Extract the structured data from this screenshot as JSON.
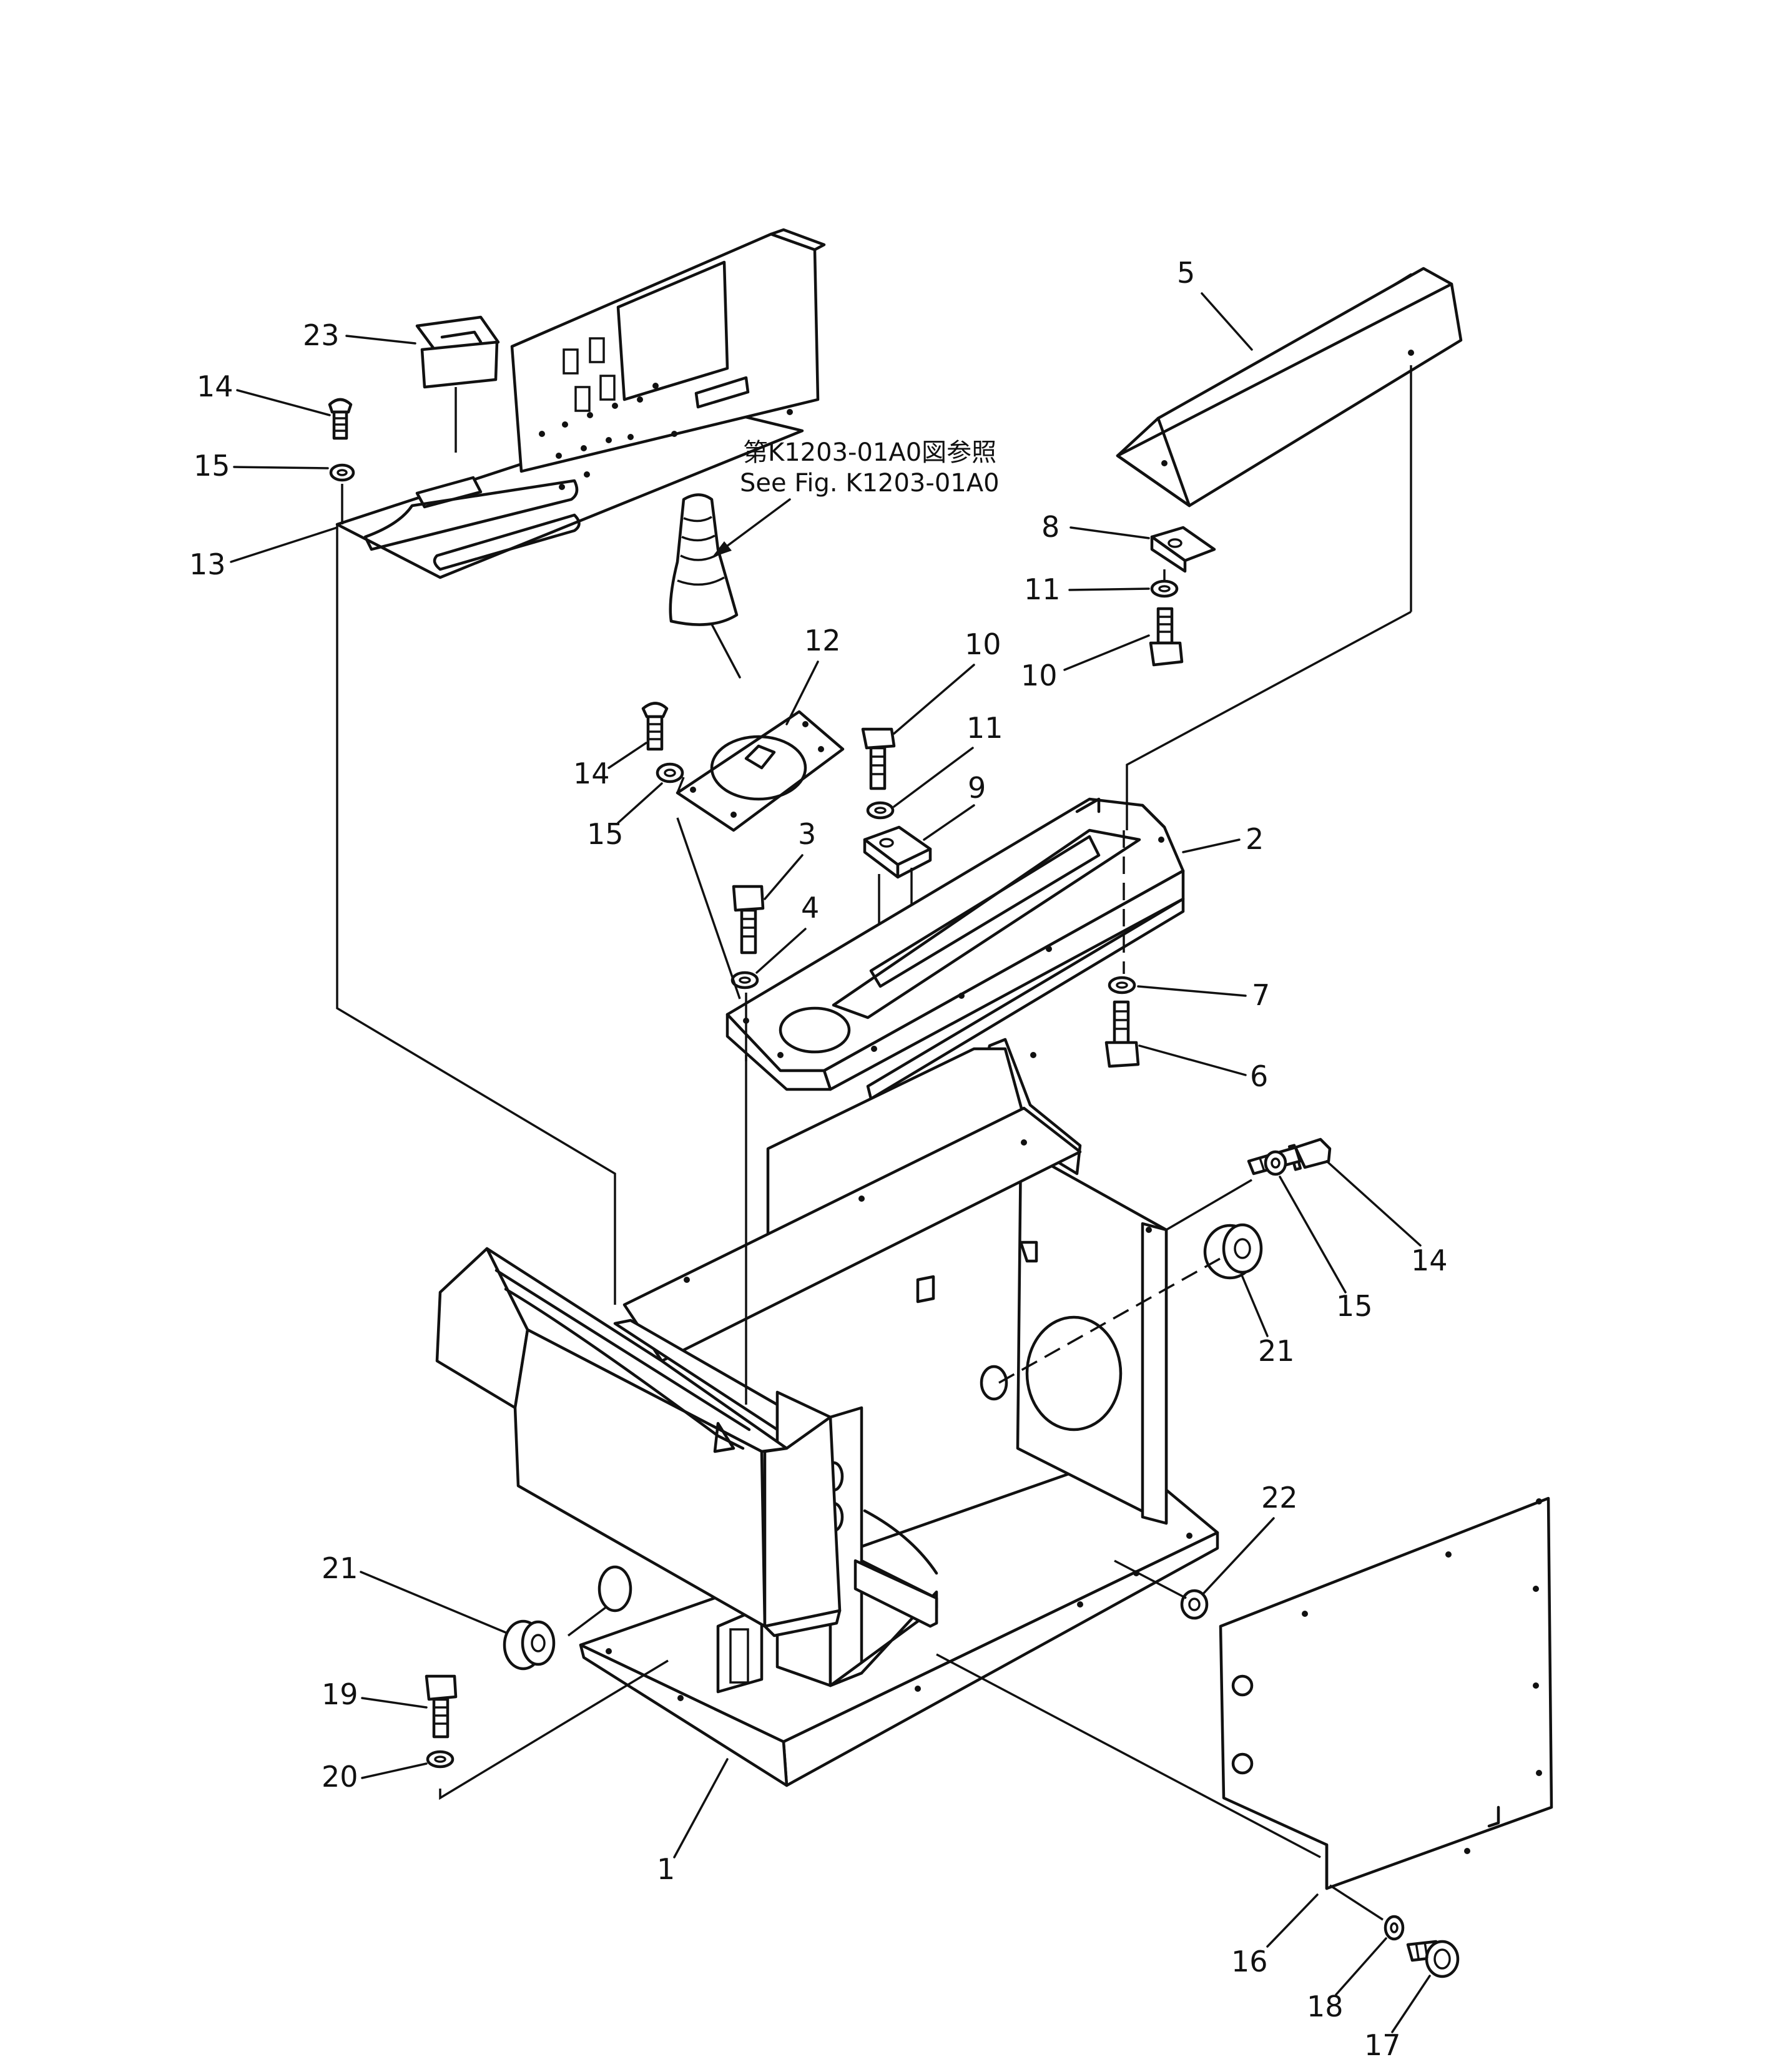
{
  "reference_note": {
    "line_jp": "第K1203-01A0図参照",
    "line_en": "See  Fig. K1203-01A0"
  },
  "callouts": {
    "c1": "1",
    "c2": "2",
    "c3": "3",
    "c4": "4",
    "c5": "5",
    "c6": "6",
    "c7": "7",
    "c8": "8",
    "c9": "9",
    "c10a": "10",
    "c10b": "10",
    "c11a": "11",
    "c11b": "11",
    "c12": "12",
    "c13": "13",
    "c14a": "14",
    "c14b": "14",
    "c14c": "14",
    "c15a": "15",
    "c15b": "15",
    "c15c": "15",
    "c16": "16",
    "c17": "17",
    "c18": "18",
    "c19": "19",
    "c20": "20",
    "c21a": "21",
    "c21b": "21",
    "c22": "22",
    "c23": "23"
  }
}
